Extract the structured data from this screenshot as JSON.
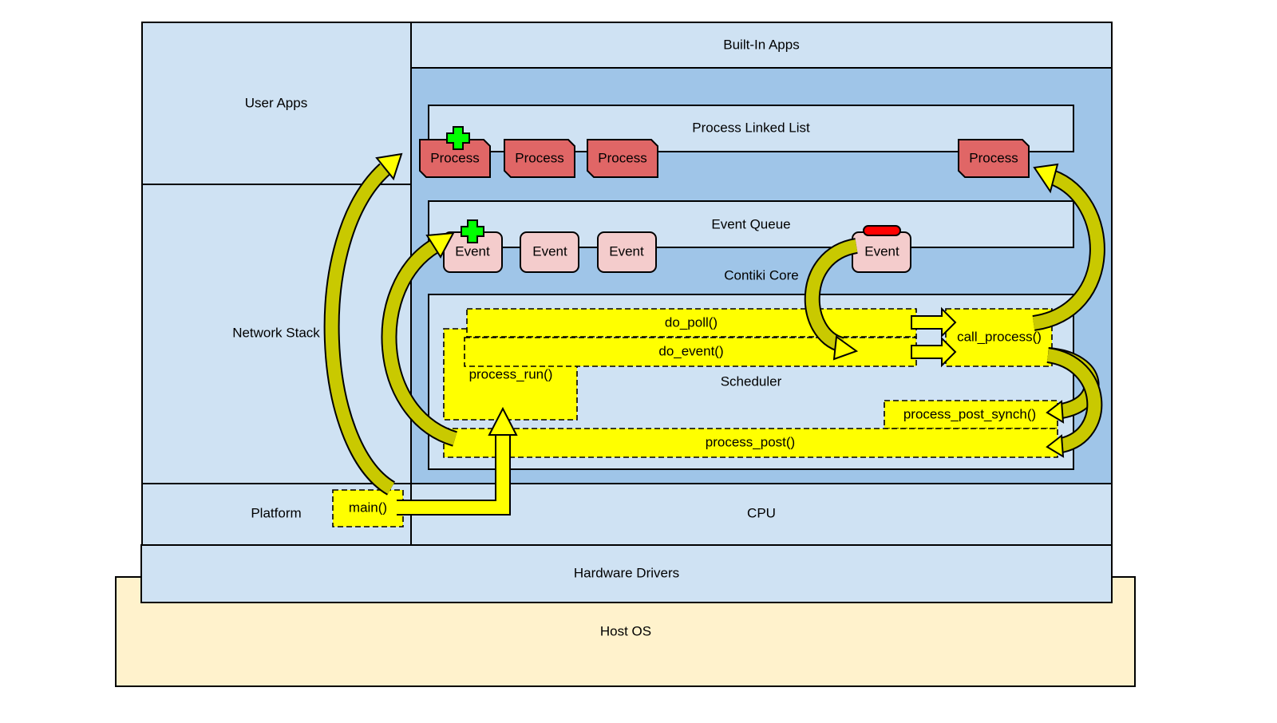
{
  "labels": {
    "host_os": "Host OS",
    "hardware_drivers": "Hardware Drivers",
    "user_apps": "User Apps",
    "network_stack": "Network Stack",
    "platform": "Platform",
    "built_in_apps": "Built-In Apps",
    "contiki_core": "Contiki Core",
    "cpu": "CPU",
    "process_linked_list": "Process Linked List",
    "event_queue": "Event Queue",
    "scheduler": "Scheduler"
  },
  "processes": [
    "Process",
    "Process",
    "Process",
    "Process"
  ],
  "events": [
    "Event",
    "Event",
    "Event",
    "Event"
  ],
  "functions": {
    "do_poll": "do_poll()",
    "do_event": "do_event()",
    "process_run": "process_run()",
    "call_process": "call_process()",
    "process_post_synch": "process_post_synch()",
    "process_post": "process_post()",
    "main": "main()"
  },
  "colors": {
    "layer": "#cfe2f3",
    "core": "#9fc5e8",
    "host": "#fff2cc",
    "process": "#e06666",
    "event": "#f4cccc",
    "function": "#ffff00",
    "add_marker": "#00ff00",
    "remove_marker": "#ff0000"
  }
}
